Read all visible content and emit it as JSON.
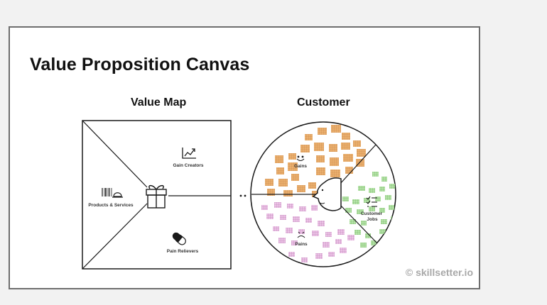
{
  "slide": {
    "title": "Value Proposition Canvas",
    "watermark": "© skillsetter.io"
  },
  "value_map": {
    "title": "Value Map",
    "gain_creators": "Gain Creators",
    "products_services": "Products & Services",
    "pain_relievers": "Pain Relievers"
  },
  "customer": {
    "title": "Customer",
    "gains": "Gains",
    "pains": "Pains",
    "jobs_line1": "Customer",
    "jobs_line2": "Jobs"
  },
  "colors": {
    "gains_note": "#eab06e",
    "pains_note": "#e6b6e0",
    "jobs_note": "#aee0a0",
    "outline": "#1a1a1a",
    "watermark": "#a8a8a8"
  },
  "icons": {
    "gain_creators": "trend-chart-icon",
    "products_services": "barcode-cart-icon",
    "pain_relievers": "pill-icon",
    "center": "gift-icon",
    "gains": "smile-icon",
    "pains": "frown-icon",
    "jobs": "checklist-icon",
    "customer_face": "face-profile-icon"
  }
}
